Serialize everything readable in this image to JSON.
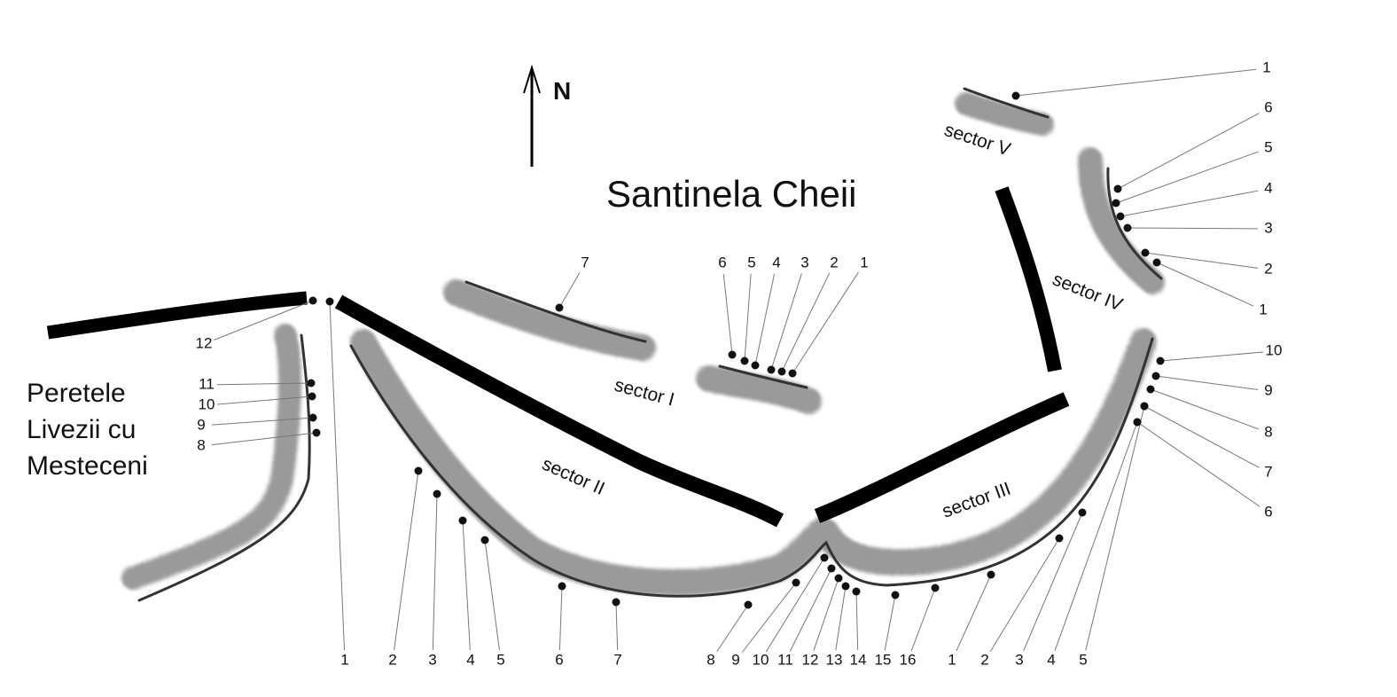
{
  "title": "Santinela Cheii",
  "place_label": [
    "Peretele",
    "Livezii cu",
    "Mesteceni"
  ],
  "north": "N",
  "sectors": {
    "I": "sector I",
    "II": "sector II",
    "III": "sector III",
    "IV": "sector IV",
    "V": "sector V"
  },
  "route_numbers": {
    "pl": [
      "12",
      "11",
      "10",
      "9",
      "8"
    ],
    "s2": [
      "1",
      "2",
      "3",
      "4",
      "5",
      "6",
      "7",
      "8",
      "9",
      "10",
      "11",
      "12",
      "13",
      "14",
      "15",
      "16"
    ],
    "s3": [
      "1",
      "2",
      "3",
      "4",
      "5",
      "6",
      "7",
      "8",
      "9",
      "10"
    ],
    "s1": [
      "7",
      "6",
      "5",
      "4",
      "3",
      "2",
      "1"
    ],
    "s4": [
      "6",
      "5",
      "4",
      "3",
      "2",
      "1"
    ],
    "s5": [
      "1"
    ]
  },
  "colors": {
    "rock": "#9a9a9a",
    "trail": "#000000",
    "text": "#111111"
  }
}
